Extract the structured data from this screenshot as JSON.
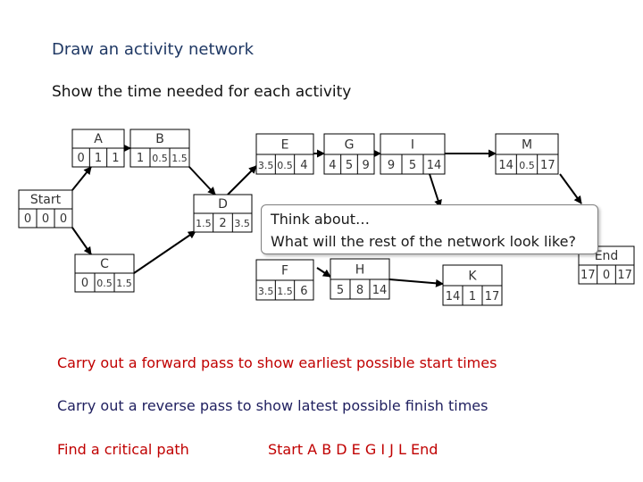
{
  "title": "Draw an activity network",
  "subtitle": "Show the time needed for each activity",
  "nodes": [
    {
      "id": "A",
      "label": "A",
      "v": [
        "0",
        "1",
        "1"
      ]
    },
    {
      "id": "B",
      "label": "B",
      "v": [
        "1",
        "0.5",
        "1.5"
      ]
    },
    {
      "id": "E",
      "label": "E",
      "v": [
        "3.5",
        "0.5",
        "4"
      ]
    },
    {
      "id": "G",
      "label": "G",
      "v": [
        "4",
        "5",
        "9"
      ]
    },
    {
      "id": "I",
      "label": "I",
      "v": [
        "9",
        "5",
        "14"
      ]
    },
    {
      "id": "M",
      "label": "M",
      "v": [
        "14",
        "0.5",
        "17"
      ]
    },
    {
      "id": "Start",
      "label": "Start",
      "v": [
        "0",
        "0",
        "0"
      ]
    },
    {
      "id": "D",
      "label": "D",
      "v": [
        "1.5",
        "2",
        "3.5"
      ]
    },
    {
      "id": "C",
      "label": "C",
      "v": [
        "0",
        "0.5",
        "1.5"
      ]
    },
    {
      "id": "F",
      "label": "F",
      "v": [
        "3.5",
        "1.5",
        "6"
      ]
    },
    {
      "id": "H",
      "label": "H",
      "v": [
        "5",
        "8",
        "14"
      ]
    },
    {
      "id": "K",
      "label": "K",
      "v": [
        "14",
        "1",
        "17"
      ]
    },
    {
      "id": "End",
      "label": "End",
      "v": [
        "17",
        "0",
        "17"
      ]
    }
  ],
  "callout": {
    "line1": "Think about…",
    "line2": "What will the rest of the network look like?"
  },
  "forward_pass": "Carry out a forward pass to show earliest possible start times",
  "reverse_pass": "Carry out a reverse pass to show latest possible finish times",
  "critical_label": "Find a critical path",
  "critical_path": "Start A B D E G I J L End",
  "colors": {
    "heading": "#1f3864",
    "accent": "#c00000",
    "line": "#000000"
  }
}
